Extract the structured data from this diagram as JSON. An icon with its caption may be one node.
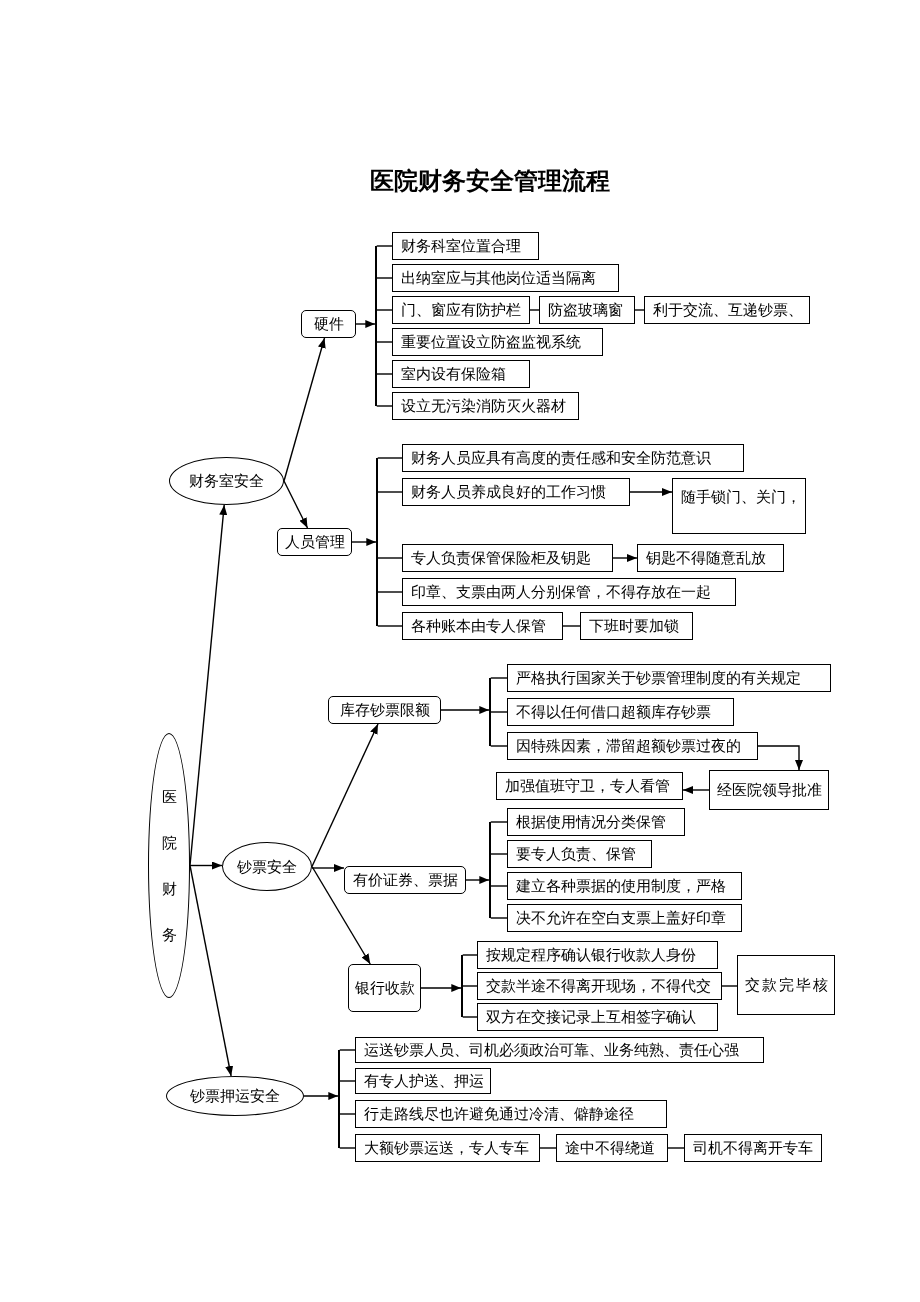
{
  "diagram": {
    "title": "医院财务安全管理流程",
    "nodes": [
      {
        "text": [
          "医院财务"
        ]
      },
      {
        "text": [
          "财务室安全"
        ]
      },
      {
        "text": [
          "硬件"
        ]
      },
      {
        "text": [],
        "shape": "bar"
      },
      {
        "text": [
          "财务科室位置合理"
        ]
      },
      {
        "text": [
          "出纳室应与其他岗位适当隔离"
        ]
      },
      {
        "text": [
          "门、窗应有防护栏"
        ]
      },
      {
        "text": [
          "防盗玻璃窗"
        ]
      },
      {
        "text": [
          "利于交流、互递钞票、"
        ]
      },
      {
        "text": [
          "重要位置设立防盗监视系统"
        ]
      },
      {
        "text": [
          "室内设有保险箱"
        ]
      },
      {
        "text": [
          "设立无污染消防灭火器材"
        ]
      },
      {
        "text": [
          "人员管理"
        ]
      },
      {
        "text": [],
        "shape": "bar"
      },
      {
        "text": [
          "财务人员应具有高度的责任感和安全防范意识"
        ]
      },
      {
        "text": [
          "财务人员养成良好的工作习惯"
        ]
      },
      {
        "text": [
          "随手锁门、关门，"
        ]
      },
      {
        "text": [
          "专人负责保管保险柜及钥匙"
        ]
      },
      {
        "text": [
          "钥匙不得随意乱放"
        ]
      },
      {
        "text": [
          "印章、支票由两人分别保管，不得存放在一起"
        ]
      },
      {
        "text": [
          "各种账本由专人保管"
        ]
      },
      {
        "text": [
          "下班时要加锁"
        ]
      },
      {
        "text": [
          "钞票安全"
        ]
      },
      {
        "text": [
          "库存钞票限额"
        ]
      },
      {
        "text": [],
        "shape": "bar"
      },
      {
        "text": [
          "严格执行国家关于钞票管理制度的有关规定"
        ]
      },
      {
        "text": [
          "不得以任何借口超额库存钞票"
        ]
      },
      {
        "text": [
          "因特殊因素，滞留超额钞票过夜的"
        ]
      },
      {
        "text": [
          "经医院领导批准"
        ]
      },
      {
        "text": [
          "加强值班守卫，专人看管"
        ]
      },
      {
        "text": [
          "有价证券、票据"
        ]
      },
      {
        "text": [],
        "shape": "bar"
      },
      {
        "text": [
          "根据使用情况分类保管"
        ]
      },
      {
        "text": [
          "要专人负责、保管"
        ]
      },
      {
        "text": [
          "建立各种票据的使用制度，严格"
        ]
      },
      {
        "text": [
          "决不允许在空白支票上盖好印章"
        ]
      },
      {
        "text": [
          "银行收款"
        ]
      },
      {
        "text": [],
        "shape": "bar"
      },
      {
        "text": [
          "按规定程序确认银行收款人身份"
        ]
      },
      {
        "text": [
          "交款半途不得离开现场，不得代交"
        ]
      },
      {
        "text": [
          "交款完毕核"
        ]
      },
      {
        "text": [
          "双方在交接记录上互相签字确认"
        ]
      },
      {
        "text": [
          "钞票押运安全"
        ]
      },
      {
        "text": [],
        "shape": "bar"
      },
      {
        "text": [
          "运送钞票人员、司机必须政治可靠、业务纯熟、责任心强"
        ]
      },
      {
        "text": [
          "有专人护送、押运"
        ]
      },
      {
        "text": [
          "行走路线尽也许避免通过冷清、僻静途径"
        ]
      },
      {
        "text": [
          "大额钞票运送，专人专车"
        ]
      },
      {
        "text": [
          "途中不得绕道"
        ]
      },
      {
        "text": [
          "司机不得离开专车"
        ]
      }
    ],
    "edges": [
      {
        "from": 0,
        "to": 1,
        "arrow": "to"
      },
      {
        "from": 0,
        "to": 22,
        "arrow": "to"
      },
      {
        "from": 0,
        "to": 42,
        "arrow": "to"
      },
      {
        "from": 1,
        "to": 2,
        "arrow": "to"
      },
      {
        "from": 1,
        "to": 12,
        "arrow": "to"
      },
      {
        "from": 2,
        "to": 3,
        "arrow": "to"
      },
      {
        "from": 3,
        "to": 4,
        "arrow": "none"
      },
      {
        "from": 3,
        "to": 5,
        "arrow": "none"
      },
      {
        "from": 3,
        "to": 6,
        "arrow": "none"
      },
      {
        "from": 3,
        "to": 9,
        "arrow": "none"
      },
      {
        "from": 3,
        "to": 10,
        "arrow": "none"
      },
      {
        "from": 3,
        "to": 11,
        "arrow": "none"
      },
      {
        "from": 6,
        "to": 7,
        "arrow": "none"
      },
      {
        "from": 7,
        "to": 8,
        "arrow": "none"
      },
      {
        "from": 12,
        "to": 13,
        "arrow": "to"
      },
      {
        "from": 13,
        "to": 14,
        "arrow": "none"
      },
      {
        "from": 13,
        "to": 15,
        "arrow": "none"
      },
      {
        "from": 13,
        "to": 17,
        "arrow": "none"
      },
      {
        "from": 13,
        "to": 19,
        "arrow": "none"
      },
      {
        "from": 13,
        "to": 20,
        "arrow": "none"
      },
      {
        "from": 15,
        "to": 16,
        "arrow": "to"
      },
      {
        "from": 17,
        "to": 18,
        "arrow": "to"
      },
      {
        "from": 20,
        "to": 21,
        "arrow": "none"
      },
      {
        "from": 22,
        "to": 23,
        "arrow": "to"
      },
      {
        "from": 22,
        "to": 30,
        "arrow": "to"
      },
      {
        "from": 22,
        "to": 36,
        "arrow": "to"
      },
      {
        "from": 23,
        "to": 24,
        "arrow": "to"
      },
      {
        "from": 24,
        "to": 25,
        "arrow": "none"
      },
      {
        "from": 24,
        "to": 26,
        "arrow": "none"
      },
      {
        "from": 24,
        "to": 27,
        "arrow": "none"
      },
      {
        "from": 27,
        "to": 28,
        "arrow": "to"
      },
      {
        "from": 28,
        "to": 29,
        "arrow": "to"
      },
      {
        "from": 30,
        "to": 31,
        "arrow": "to"
      },
      {
        "from": 31,
        "to": 32,
        "arrow": "none"
      },
      {
        "from": 31,
        "to": 33,
        "arrow": "none"
      },
      {
        "from": 31,
        "to": 34,
        "arrow": "none"
      },
      {
        "from": 31,
        "to": 35,
        "arrow": "none"
      },
      {
        "from": 36,
        "to": 37,
        "arrow": "to"
      },
      {
        "from": 37,
        "to": 38,
        "arrow": "none"
      },
      {
        "from": 37,
        "to": 39,
        "arrow": "none"
      },
      {
        "from": 37,
        "to": 41,
        "arrow": "none"
      },
      {
        "from": 39,
        "to": 40,
        "arrow": "none"
      },
      {
        "from": 42,
        "to": 43,
        "arrow": "to"
      },
      {
        "from": 43,
        "to": 44,
        "arrow": "none"
      },
      {
        "from": 43,
        "to": 45,
        "arrow": "none"
      },
      {
        "from": 43,
        "to": 46,
        "arrow": "none"
      },
      {
        "from": 43,
        "to": 47,
        "arrow": "none"
      },
      {
        "from": 47,
        "to": 48,
        "arrow": "none"
      },
      {
        "from": 48,
        "to": 49,
        "arrow": "none"
      }
    ]
  }
}
